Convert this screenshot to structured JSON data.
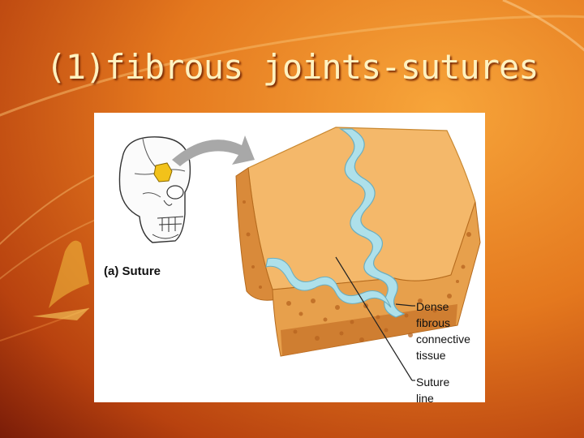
{
  "slide": {
    "title": "(1)fibrous joints-sutures"
  },
  "figure": {
    "part_label": "(a) Suture",
    "dense_tissue_label": [
      "Dense",
      "fibrous",
      "connective",
      "tissue"
    ],
    "suture_line_label": [
      "Suture",
      "line"
    ]
  },
  "colors": {
    "background": "#e4781e",
    "title": "#fff2c0",
    "bone": "#f4b86a",
    "suture_tissue": "#aee0ea",
    "skull_highlight": "#f2c21a"
  }
}
